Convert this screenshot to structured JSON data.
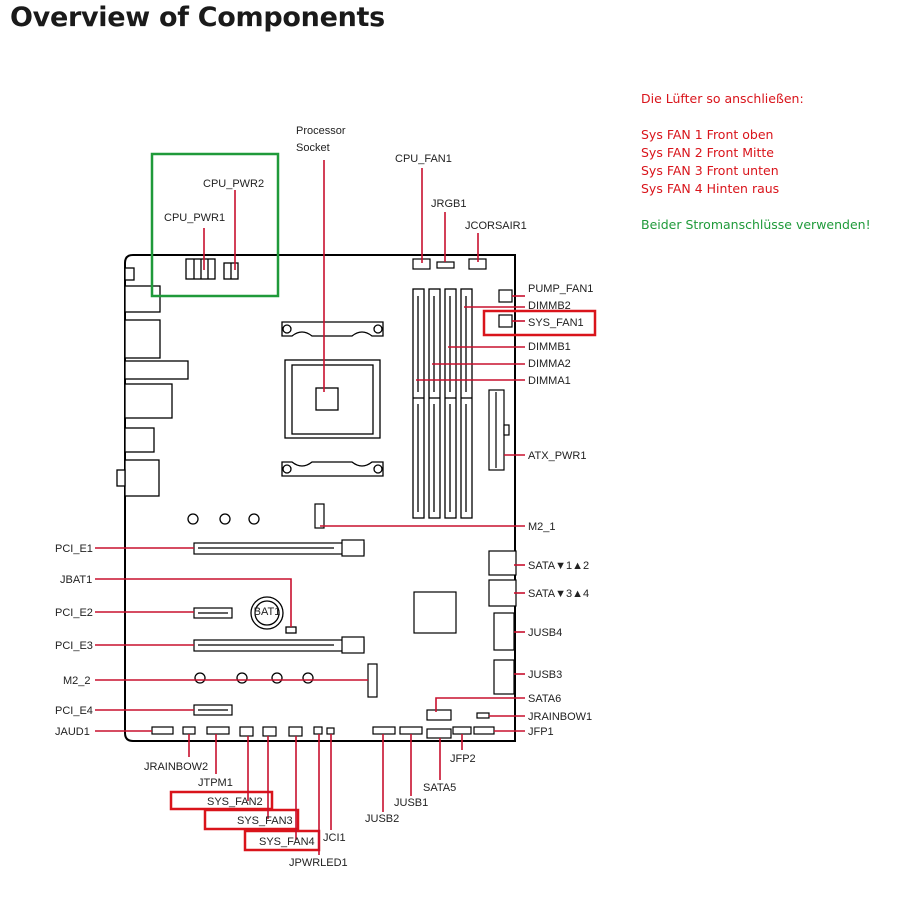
{
  "title": "Overview of Components",
  "notes": {
    "heading": "Die Lüfter so anschließen:",
    "lines": [
      "Sys FAN 1 Front oben",
      "Sys FAN 2 Front Mitte",
      "Sys FAN 3 Front unten",
      "Sys FAN 4 Hinten raus"
    ],
    "power": "Beider Stromanschlüsse verwenden!"
  },
  "colors": {
    "highlight_red": "#d9141b",
    "highlight_green": "#1f9a3a",
    "line": "#c8102e"
  },
  "labels": {
    "processor_socket_1": "Processor",
    "processor_socket_2": "Socket",
    "cpu_fan1": "CPU_FAN1",
    "cpu_pwr2": "CPU_PWR2",
    "cpu_pwr1": "CPU_PWR1",
    "jrgb1": "JRGB1",
    "jcorsair1": "JCORSAIR1",
    "pump_fan1": "PUMP_FAN1",
    "dimmb2": "DIMMB2",
    "sys_fan1": "SYS_FAN1",
    "dimmb1": "DIMMB1",
    "dimma2": "DIMMA2",
    "dimma1": "DIMMA1",
    "atx_pwr1": "ATX_PWR1",
    "m2_1": "M2_1",
    "sata12": "SATA▼1▲2",
    "sata34": "SATA▼3▲4",
    "jusb4": "JUSB4",
    "jusb3": "JUSB3",
    "sata6": "SATA6",
    "jrainbow1": "JRAINBOW1",
    "jfp1": "JFP1",
    "jfp2": "JFP2",
    "sata5": "SATA5",
    "jusb1": "JUSB1",
    "jusb2": "JUSB2",
    "jci1": "JCI1",
    "jpwrled1": "JPWRLED1",
    "sys_fan4": "SYS_FAN4",
    "sys_fan3": "SYS_FAN3",
    "sys_fan2": "SYS_FAN2",
    "jtpm1": "JTPM1",
    "jrainbow2": "JRAINBOW2",
    "pci_e1": "PCI_E1",
    "jbat1": "JBAT1",
    "pci_e2": "PCI_E2",
    "pci_e3": "PCI_E3",
    "m2_2": "M2_2",
    "pci_e4": "PCI_E4",
    "jaud1": "JAUD1",
    "bat1": "BAT1"
  }
}
